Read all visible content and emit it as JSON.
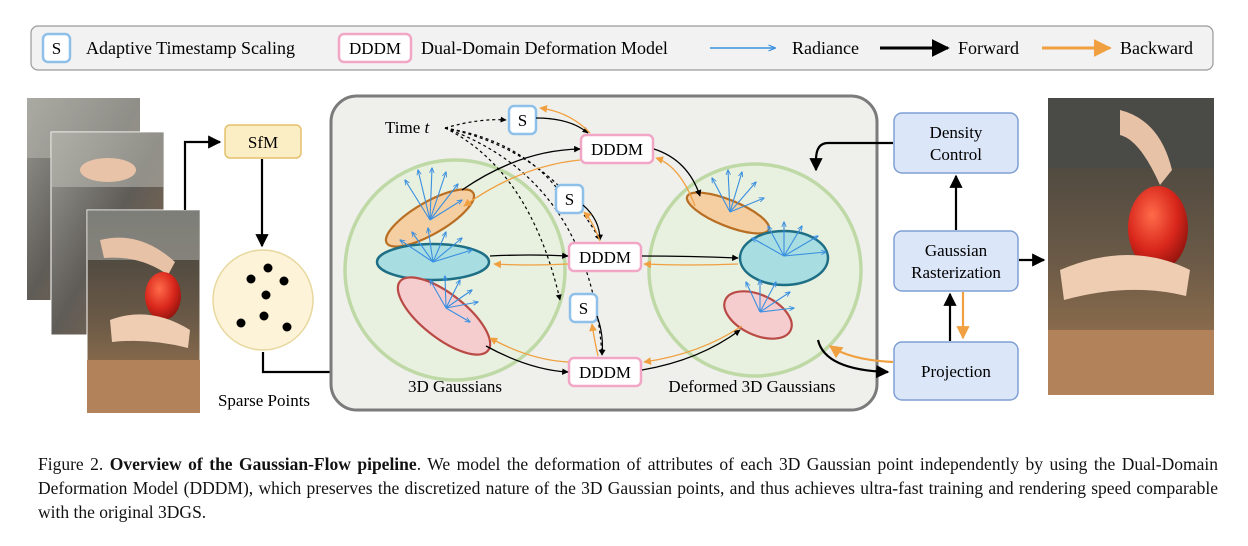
{
  "legend": {
    "s_badge": "S",
    "s_label": "Adaptive Timestamp Scaling",
    "dddm_badge": "DDDM",
    "dddm_label": "Dual-Domain Deformation Model",
    "radiance_label": "Radiance",
    "forward_label": "Forward",
    "backward_label": "Backward"
  },
  "diagram": {
    "sfm": "SfM",
    "sparse_points": "Sparse Points",
    "time_label_prefix": "Time ",
    "time_label_var": "t",
    "s_badge": "S",
    "dddm": "DDDM",
    "gaussians_3d": "3D Gaussians",
    "deformed_gaussians": "Deformed 3D Gaussians",
    "density_control_line1": "Density",
    "density_control_line2": "Control",
    "rasterization_line1": "Gaussian",
    "rasterization_line2": "Rasterization",
    "projection": "Projection"
  },
  "caption": {
    "figure_label": "Figure 2. ",
    "title": "Overview of the Gaussian-Flow pipeline",
    "body": ". We model the deformation of attributes of each 3D Gaussian point independently by using the Dual-Domain Deformation Model (DDDM), which preserves the discretized nature of the 3D Gaussian points, and thus achieves ultra-fast training and rendering speed comparable with the original 3DGS."
  },
  "colors": {
    "radiance": "#3a8fe0",
    "forward": "#000000",
    "backward": "#f0a040",
    "s_border": "#8ec0ea",
    "dddm_border": "#f2a6c6",
    "sfm_fill": "#fbedc4",
    "sfm_border": "#e3c16d",
    "box_fill": "#dbe6f8",
    "box_border": "#7f9fd4",
    "region_fill": "#eff0ec",
    "region_border": "#7b7b7b",
    "circle_fill": "#e8f0df",
    "circle_border": "#bfd9a6",
    "orange_ellipse": "#f5cfa1",
    "teal_ellipse": "#a8dde2",
    "pink_ellipse": "#f6cdcf"
  }
}
